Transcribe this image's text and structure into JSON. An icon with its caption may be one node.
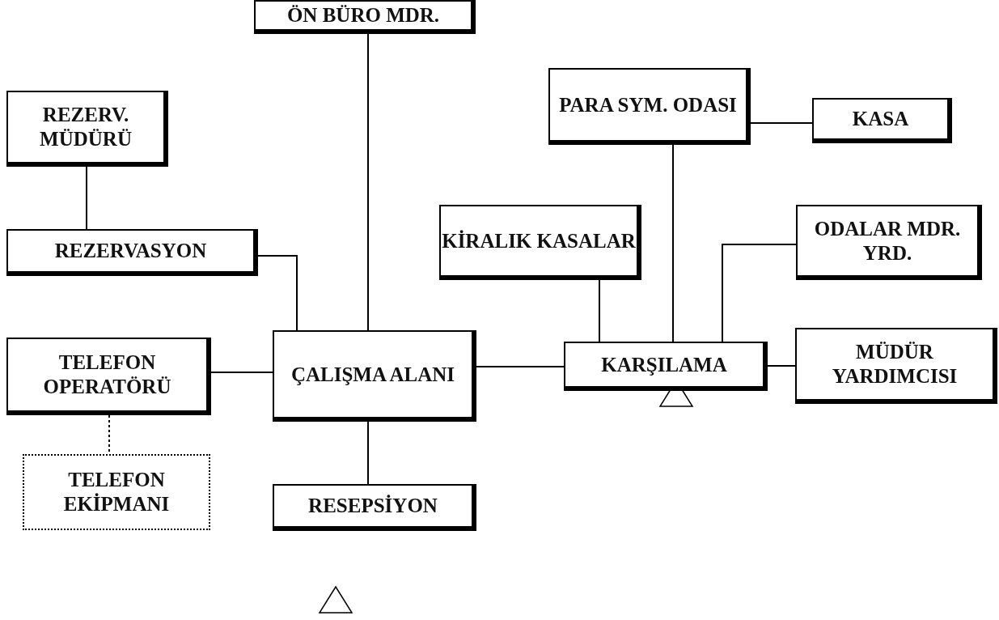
{
  "diagram": {
    "nodes": [
      {
        "text": [
          "ÖN BÜRO MDR."
        ]
      },
      {
        "text": [
          "REZERV. MÜDÜRÜ"
        ]
      },
      {
        "text": [
          "PARA SYM. ODASI"
        ]
      },
      {
        "text": [
          "KASA"
        ]
      },
      {
        "text": [
          "REZERVASYON"
        ]
      },
      {
        "text": [
          "KİRALIK KASALAR"
        ]
      },
      {
        "text": [
          "ODALAR MDR. YRD."
        ]
      },
      {
        "text": [
          "TELEFON OPERATÖRÜ"
        ]
      },
      {
        "text": [
          "ÇALIŞMA ALANI"
        ]
      },
      {
        "text": [
          "KARŞILAMA"
        ]
      },
      {
        "text": [
          "MÜDÜR YARDIMCISI"
        ]
      },
      {
        "text": [
          "TELEFON EKİPMANI"
        ]
      },
      {
        "text": [
          "RESEPSİYON"
        ]
      }
    ],
    "edges": [
      {
        "from": 0,
        "to": 8,
        "arrow": "none"
      },
      {
        "from": 1,
        "to": 4,
        "arrow": "none"
      },
      {
        "from": 4,
        "to": 8,
        "arrow": "none"
      },
      {
        "from": 7,
        "to": 8,
        "arrow": "none"
      },
      {
        "from": 7,
        "to": 11,
        "arrow": "none",
        "style": "dashed"
      },
      {
        "from": 8,
        "to": 12,
        "arrow": "none"
      },
      {
        "from": 8,
        "to": 9,
        "arrow": "none"
      },
      {
        "from": 5,
        "to": 9,
        "arrow": "none"
      },
      {
        "from": 2,
        "to": 9,
        "arrow": "none"
      },
      {
        "from": 6,
        "to": 9,
        "arrow": "none"
      },
      {
        "from": 9,
        "to": 10,
        "arrow": "none"
      },
      {
        "from": 2,
        "to": 3,
        "arrow": "none"
      }
    ]
  }
}
